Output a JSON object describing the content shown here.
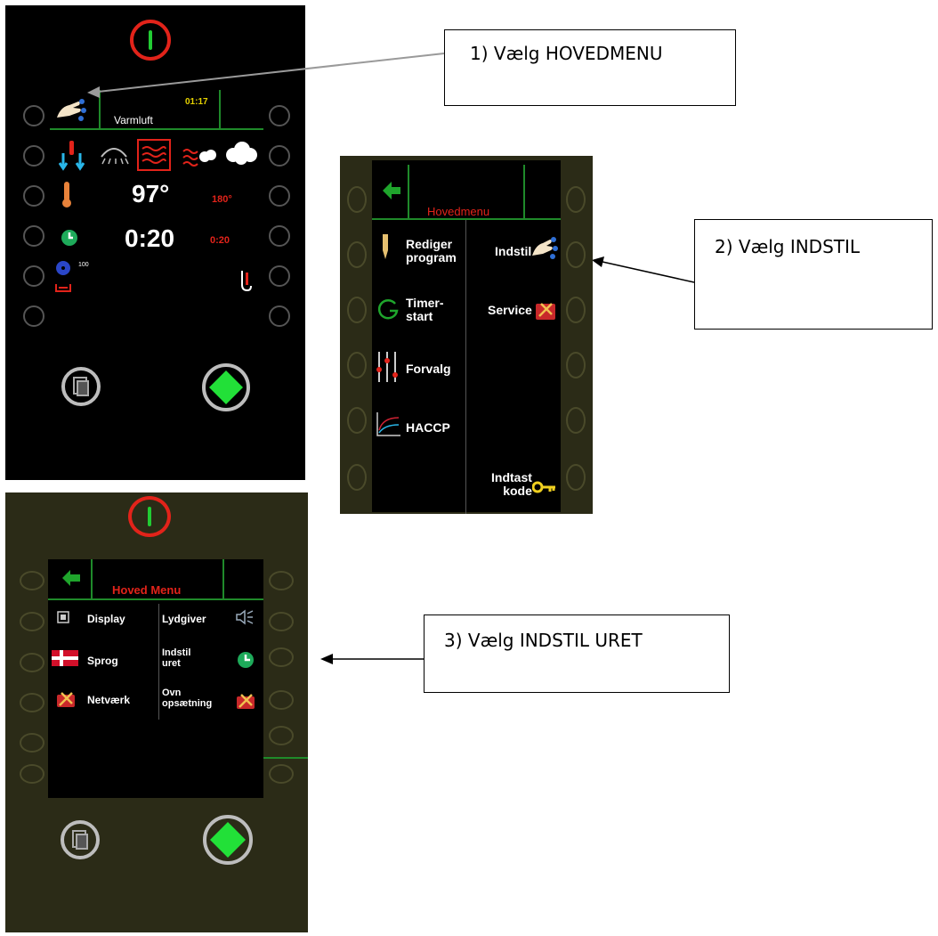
{
  "callouts": {
    "step1": "1) Vælg HOVEDMENU",
    "step2": "2) Vælg INDSTIL",
    "step3": "3) Vælg INDSTIL URET"
  },
  "screen1": {
    "time": "01:17",
    "mode_label": "Varmluft",
    "temp_actual": "97°",
    "temp_set": "180°",
    "timer_actual": "0:20",
    "timer_set": "0:20",
    "fan_value": "100"
  },
  "screen2": {
    "title": "Hovedmenu",
    "items_left": [
      {
        "line1": "Rediger",
        "line2": "program",
        "icon": "edit-program-icon"
      },
      {
        "line1": "Timer-",
        "line2": "start",
        "icon": "timer-start-icon"
      },
      {
        "line1": "Forvalg",
        "line2": "",
        "icon": "presets-icon"
      },
      {
        "line1": "HACCP",
        "line2": "",
        "icon": "haccp-icon"
      }
    ],
    "items_right": [
      {
        "line1": "Indstil",
        "line2": "",
        "icon": "settings-hand-icon"
      },
      {
        "line1": "Service",
        "line2": "",
        "icon": "service-icon"
      },
      {
        "line1": "Indtast",
        "line2": "kode",
        "icon": "key-icon"
      }
    ]
  },
  "screen3": {
    "title": "Hoved Menu",
    "items_left": [
      {
        "label": "Display",
        "icon": "display-icon"
      },
      {
        "label": "Sprog",
        "icon": "danish-flag-icon"
      },
      {
        "label": "Netværk",
        "icon": "network-icon"
      }
    ],
    "items_right": [
      {
        "line1": "Lydgiver",
        "line2": "",
        "icon": "speaker-icon"
      },
      {
        "line1": "Indstil",
        "line2": "uret",
        "icon": "clock-icon"
      },
      {
        "line1": "Ovn",
        "line2": "opsætning",
        "icon": "oven-setup-icon"
      }
    ]
  },
  "colors": {
    "screen_bg": "#000000",
    "olive_bg": "#2b2b17",
    "accent_green": "#1f8a2a",
    "accent_red": "#e2231a",
    "time_yellow": "#e6d200"
  }
}
